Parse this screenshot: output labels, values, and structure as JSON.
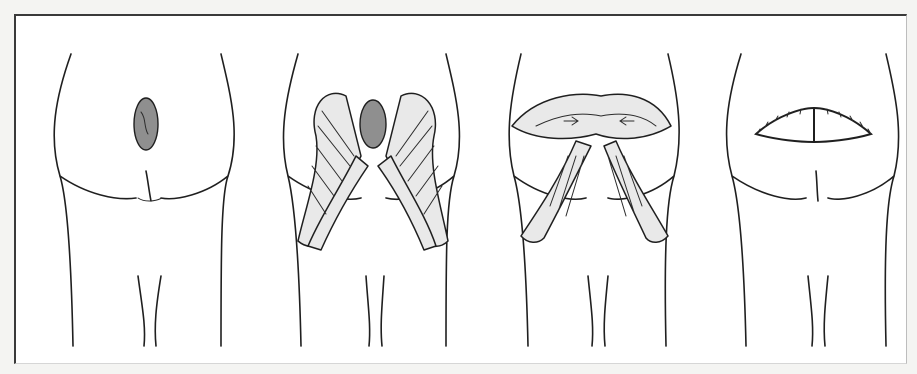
{
  "figure": {
    "panels": [
      {
        "stage": "defect"
      },
      {
        "stage": "flaps-raised"
      },
      {
        "stage": "flaps-advanced"
      },
      {
        "stage": "closed"
      }
    ],
    "colors": {
      "ink": "#1f1f1f",
      "paper": "#ffffff",
      "defect": "#8f8f8f",
      "flap": "#e9e9e9"
    }
  }
}
